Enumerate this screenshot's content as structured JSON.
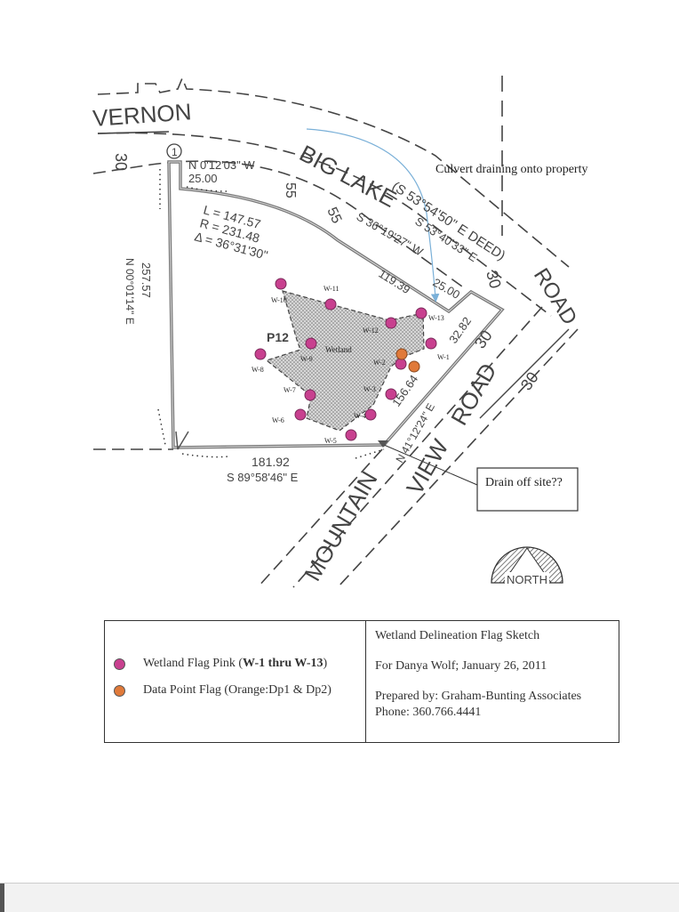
{
  "roads": {
    "vernon": "VERNON",
    "vernon_width": "30",
    "big_lake": "BIG LAKE",
    "big_lake_deed": "(S 53°54'50\" E DEED)",
    "big_lake_road": "ROAD",
    "big_lake_width_1": "55",
    "big_lake_width_2": "55",
    "big_lake_width_3": "30",
    "mountain": "MOUNTAIN",
    "view": "VIEW",
    "mv_road": "ROAD",
    "mv_width_1": "30",
    "mv_width_2": "30"
  },
  "survey": {
    "corner_marker": "1",
    "bearing_top": "N 0'12'03\" W",
    "dist_top": "25.00",
    "curve_L": "L = 147.57",
    "curve_R": "R = 231.48",
    "curve_delta": "Δ = 36°31'30\"",
    "dist_119": "119.39",
    "bearing_s36": "S 36°19'27\" W",
    "dist_25": "25.00",
    "bearing_s53": "S 53°40'33\" E",
    "dist_west": "257.57",
    "bearing_west": "N 00°01'14\" E",
    "dist_32": "32.82",
    "dist_156": "156.64",
    "bearing_east": "N 41°12'24\" E",
    "dist_south": "181.92",
    "bearing_south": "S 89°58'46\" E",
    "parcel": "P12",
    "wetland": "Wetland"
  },
  "flags": [
    {
      "label": "W-1",
      "type": "pink"
    },
    {
      "label": "W-2",
      "type": "pink"
    },
    {
      "label": "W-3",
      "type": "pink"
    },
    {
      "label": "W-4",
      "type": "pink"
    },
    {
      "label": "W-5",
      "type": "pink"
    },
    {
      "label": "W-6",
      "type": "pink"
    },
    {
      "label": "W-7",
      "type": "pink"
    },
    {
      "label": "W-8",
      "type": "pink"
    },
    {
      "label": "W-9",
      "type": "pink"
    },
    {
      "label": "W-10",
      "type": "pink"
    },
    {
      "label": "W-11",
      "type": "pink"
    },
    {
      "label": "W-12",
      "type": "pink"
    },
    {
      "label": "W-13",
      "type": "pink"
    }
  ],
  "annotations": {
    "culvert": "Culvert draining onto property",
    "drain": "Drain off site??",
    "north": "NORTH"
  },
  "legend": {
    "pink_label": "Wetland Flag Pink (",
    "pink_bold": "W-1 thru W-13",
    "pink_close": ")",
    "orange_label": "Data Point Flag (Orange:Dp1 & Dp2)",
    "title": "Wetland Delineation Flag Sketch",
    "client": "For Danya Wolf; January 26, 2011",
    "prepared": "Prepared by: Graham-Bunting Associates",
    "phone": "Phone:  360.766.4441"
  },
  "colors": {
    "pink": "#c8408f",
    "orange": "#e07a3a",
    "culvert": "#7ab0d8"
  }
}
